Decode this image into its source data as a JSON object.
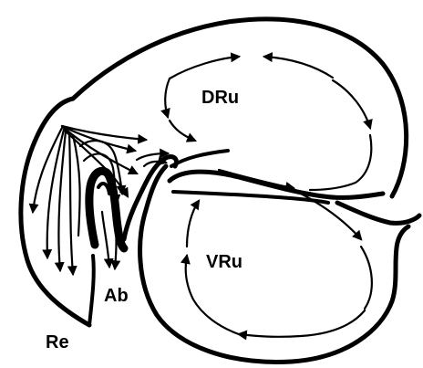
{
  "labels": {
    "dru": "DRu",
    "vru": "VRu",
    "re": "Re",
    "ab": "Ab"
  },
  "colors": {
    "ink": "#000000",
    "paper": "#ffffff"
  }
}
